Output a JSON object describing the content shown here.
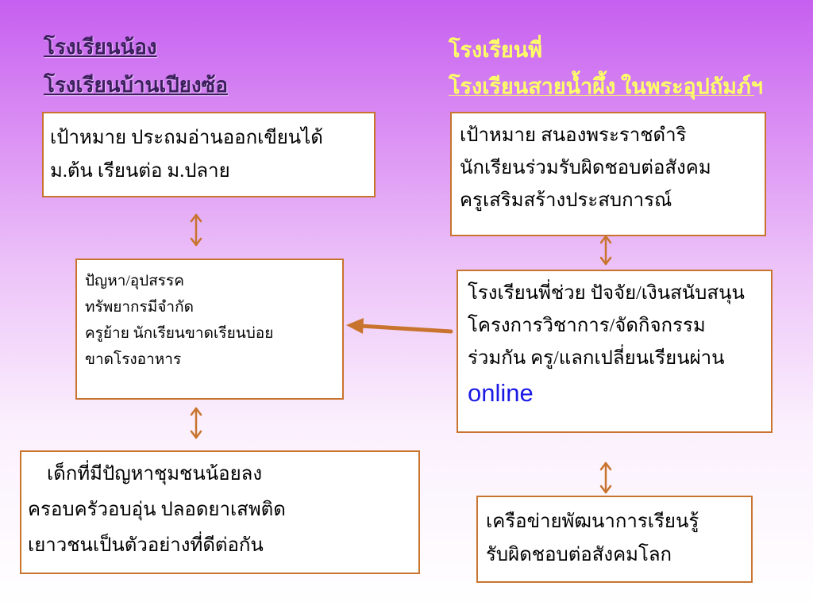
{
  "titles": {
    "left": [
      "โรงเรียนน้อง",
      "โรงเรียนบ้านเปียงซ้อ"
    ],
    "right": [
      "โรงเรียนพี่",
      "โรงเรียนสายน้ำผึ้ง ในพระอุปถัมภ์ฯ"
    ]
  },
  "boxes": {
    "left_goal": [
      " เป้าหมาย ประถมอ่านออกเขียนได้",
      "ม.ต้น เรียนต่อ ม.ปลาย"
    ],
    "right_goal": [
      "เป้าหมาย สนองพระราชดำริ",
      "นักเรียนร่วมรับผิดชอบต่อสังคม",
      "ครูเสริมสร้างประสบการณ์"
    ],
    "problems": [
      "ปัญหา/อุปสรรค",
      "ทรัพยากรมีจำกัด",
      "ครูย้าย นักเรียนขาดเรียนบ่อย",
      "ขาดโรงอาหาร"
    ],
    "support": [
      "โรงเรียนพี่ช่วย ปัจจัย/เงินสนับสนุน",
      "โครงการวิชาการ/จัดกิจกรรม",
      "ร่วมกัน ครู/แลกเปลี่ยนเรียนผ่าน",
      "online"
    ],
    "left_outcome": [
      "    เด็กที่มีปัญหาชุมชนน้อยลง",
      "ครอบครัวอบอุ่น ปลอดยาเสพติด",
      "เยาวชนเป็นตัวอย่างที่ดีต่อกัน"
    ],
    "right_outcome": [
      "เครือข่ายพัฒนาการเรียนรู้",
      "รับผิดชอบต่อสังคมโลก"
    ]
  },
  "colors": {
    "border": "#c8742e",
    "arrow": "#c8742e",
    "title_right": "#ffff66",
    "title_left": "#3a1f5c",
    "online": "#1a1ae6"
  }
}
